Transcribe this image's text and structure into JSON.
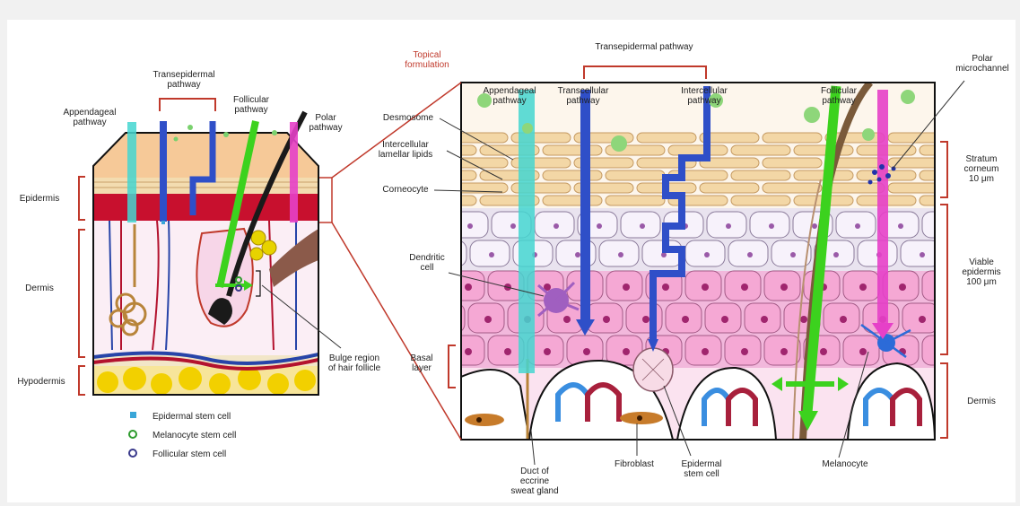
{
  "left": {
    "pathways": {
      "transepidermal": "Transepidermal\npathway",
      "appendageal": "Appendageal\npathway",
      "follicular": "Follicular\npathway",
      "polar": "Polar\npathway"
    },
    "layers": {
      "epidermis": "Epidermis",
      "dermis": "Dermis",
      "hypodermis": "Hypodermis"
    },
    "bulge": "Bulge region\nof hair follicle",
    "legend": [
      {
        "label": "Epidermal stem cell",
        "color": "#3aa6d8",
        "shape": "filled-square"
      },
      {
        "label": "Melanocyte stem cell",
        "color": "#2e9b2e",
        "shape": "ring"
      },
      {
        "label": "Follicular stem cell",
        "color": "#3a3a8c",
        "shape": "ring"
      }
    ]
  },
  "right": {
    "topical": "Topical\nformulation",
    "transepidermal": "Transepidermal pathway",
    "pathways": {
      "appendageal": "Appendageal\npathway",
      "transcellular": "Transcellular\npathway",
      "intercellular": "Intercellular\npathway",
      "follicular": "Follicular\npathway",
      "polar": "Polar\nmicrochannel"
    },
    "side_labels": {
      "desmosome": "Desmosome",
      "lipids": "Intercellular\nlamellar lipids",
      "corneocyte": "Corneocyte",
      "dendritic": "Dendritic\ncell",
      "basal": "Basal\nlayer"
    },
    "layers": {
      "stratum": "Stratum\ncorneum\n10 μm",
      "viable": "Viable\nepidermis\n100 μm",
      "dermis": "Dermis"
    },
    "bottom_labels": {
      "duct": "Duct of\neccrine\nsweat gland",
      "fibroblast": "Fibroblast",
      "stemcell": "Epidermal\nstem cell",
      "melanocyte": "Melanocyte"
    }
  },
  "colors": {
    "accent_red": "#c0392b",
    "cyan": "#44d6d0",
    "blue": "#2f4fc8",
    "green": "#3cd21e",
    "magenta": "#e640c8",
    "corneocyte": "#f3d7a6",
    "keratinocyte": "#f2b8dc",
    "viable": "#e9e3ef"
  }
}
